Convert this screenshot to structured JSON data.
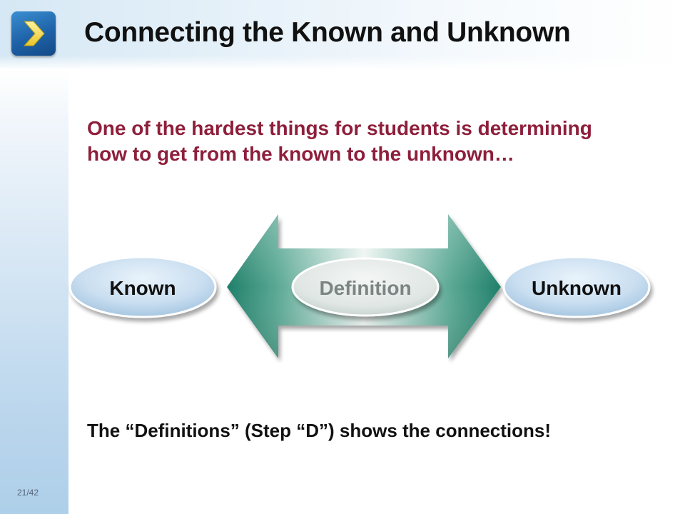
{
  "slide": {
    "title": "Connecting the Known and Unknown",
    "intro_line1": "One of the hardest things for students is determining",
    "intro_line2": "how to get from the known to the unknown…",
    "diagram": {
      "left_label": "Known",
      "center_label": "Definition",
      "right_label": "Unknown"
    },
    "conclusion": "The “Definitions” (Step “D”) shows the connections!",
    "page_number": "21/42"
  },
  "icons": {
    "logo": "chevron-right-icon"
  },
  "colors": {
    "title_text": "#111111",
    "intro_text": "#8e1f3b",
    "arrow_green": "#2f8f79",
    "logo_blue": "#1e62a8",
    "logo_chevron": "#f2d94a"
  }
}
